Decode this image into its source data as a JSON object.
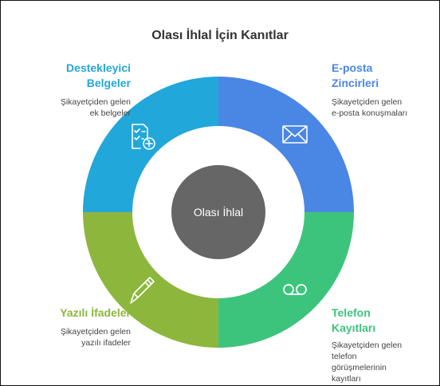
{
  "title": "Olası İhlal İçin Kanıtlar",
  "center": {
    "label": "Olası İhlal"
  },
  "colors": {
    "topLeft": "#22A7DA",
    "topRight": "#4A86E3",
    "bottomLeft": "#8DB73C",
    "bottomRight": "#3DC47C",
    "center": "#666666"
  },
  "sections": {
    "topLeft": {
      "heading_line1": "Destekleyici",
      "heading_line2": "Belgeler",
      "desc_line1": "Şikayetçiden gelen",
      "desc_line2": "ek belgeler",
      "icon": "documents-add-icon"
    },
    "topRight": {
      "heading_line1": "E-posta",
      "heading_line2": "Zincirleri",
      "desc_line1": "Şikayetçiden gelen",
      "desc_line2": "e-posta konuşmaları",
      "icon": "envelope-icon"
    },
    "bottomLeft": {
      "heading_line1": "Yazılı İfadeler",
      "desc_line1": "Şikayetçiden gelen",
      "desc_line2": "yazılı ifadeler",
      "icon": "pen-icon"
    },
    "bottomRight": {
      "heading_line1": "Telefon",
      "heading_line2": "Kayıtları",
      "desc_line1": "Şikayetçiden gelen",
      "desc_line2": "telefon",
      "desc_line3": "görüşmelerinin",
      "desc_line4": "kayıtları",
      "icon": "voicemail-icon"
    }
  }
}
